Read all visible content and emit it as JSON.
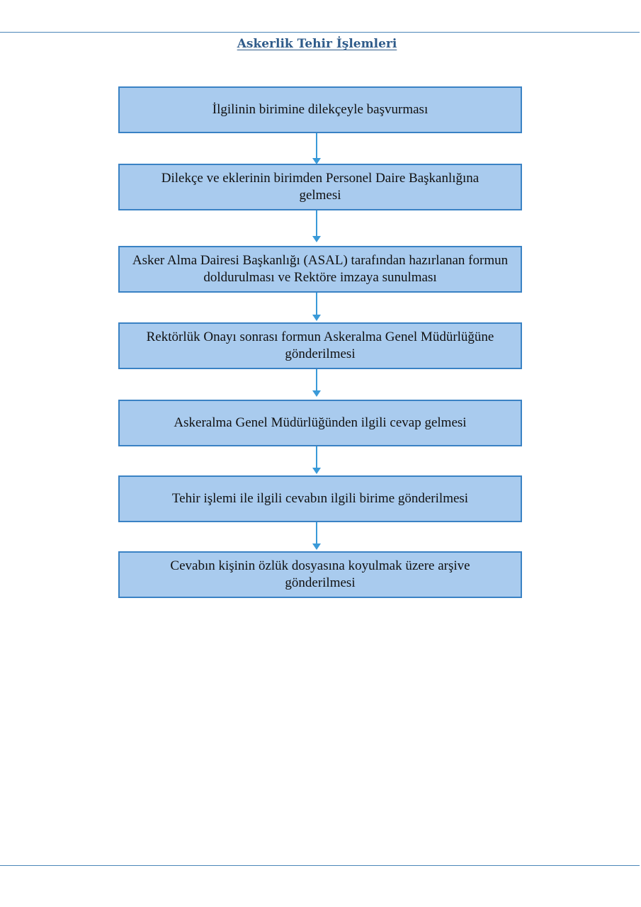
{
  "document": {
    "title": "Askerlik Tehir İşlemleri"
  },
  "flowchart": {
    "steps": [
      {
        "text": "İlgilinin birimine dilekçeyle başvurması"
      },
      {
        "text": "Dilekçe ve eklerinin birimden Personel Daire Başkanlığına gelmesi"
      },
      {
        "text": "Asker Alma Dairesi Başkanlığı (ASAL) tarafından hazırlanan formun doldurulması ve Rektöre imzaya sunulması"
      },
      {
        "text": "Rektörlük Onayı sonrası formun Askeralma Genel Müdürlüğüne gönderilmesi"
      },
      {
        "text": "Askeralma Genel Müdürlüğünden ilgili cevap gelmesi"
      },
      {
        "text": "Tehir işlemi ile ilgili cevabın ilgili birime gönderilmesi"
      },
      {
        "text": "Cevabın kişinin özlük dosyasına koyulmak üzere arşive gönderilmesi"
      }
    ]
  },
  "colors": {
    "box_fill": "#a9cbee",
    "box_border": "#3a82c4",
    "arrow": "#3a9ad8",
    "title": "#2f5b8a",
    "rule": "#4a86b8"
  }
}
